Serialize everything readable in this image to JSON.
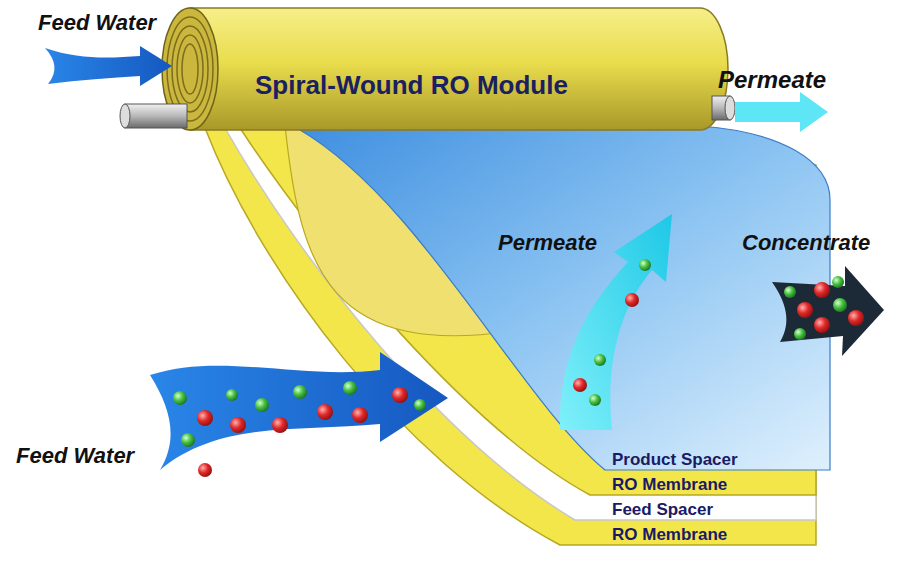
{
  "diagram": {
    "nodes": [
      {
        "text": [
          "Spiral-Wound RO Module"
        ]
      }
    ],
    "labels": [
      "Feed Water",
      "Permeate",
      "Permeate",
      "Concentrate",
      "Feed Water",
      "Product Spacer",
      "RO Membrane",
      "Feed Spacer",
      "RO Membrane"
    ]
  }
}
